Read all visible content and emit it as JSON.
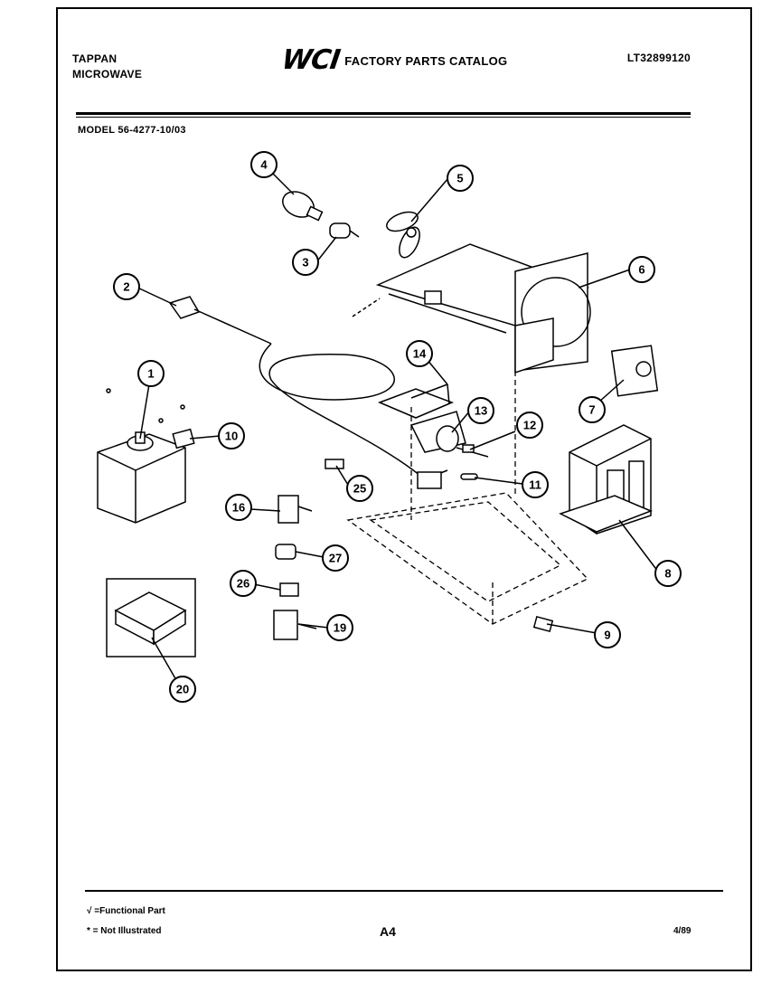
{
  "header": {
    "brand_line1": "TAPPAN",
    "brand_line2": "MICROWAVE",
    "logo": "WCI",
    "catalog_title": "FACTORY PARTS CATALOG",
    "part_number": "LT32899120"
  },
  "model": "MODEL 56-4277-10/03",
  "callouts": [
    "1",
    "2",
    "3",
    "4",
    "5",
    "6",
    "7",
    "8",
    "9",
    "10",
    "11",
    "12",
    "13",
    "14",
    "16",
    "19",
    "20",
    "25",
    "26",
    "27"
  ],
  "footer": {
    "legend_functional": "√ =Functional Part",
    "legend_not_illustrated": "* = Not Illustrated",
    "page_label": "A4",
    "date": "4/89"
  }
}
